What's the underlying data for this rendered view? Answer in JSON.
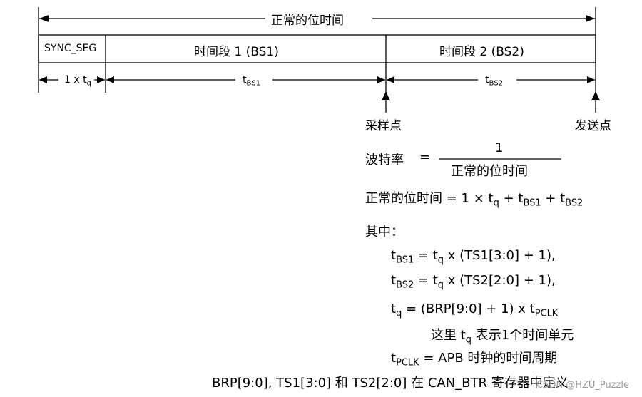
{
  "diagram": {
    "top_label": "正常的位时间",
    "segments": {
      "sync": "SYNC_SEG",
      "bs1": "时间段 1 (BS1)",
      "bs2": "时间段 2 (BS2)"
    },
    "durations": {
      "sync_prefix": "1 x t",
      "sync_sub": "q",
      "bs1_base": "t",
      "bs1_sub": "BS1",
      "bs2_base": "t",
      "bs2_sub": "BS2"
    },
    "points": {
      "sample": "采样点",
      "transmit": "发送点"
    }
  },
  "formulas": {
    "baud_label": "波特率",
    "eq": "=",
    "numerator": "1",
    "denominator": "正常的位时间",
    "nominal": {
      "lhs": "正常的位时间 =",
      "one_x": "1 × t",
      "q": "q",
      "plus1": "+ t",
      "bs1": "BS1",
      "plus2": "+ t",
      "bs2": "BS2"
    },
    "where": "其中：",
    "bs1_def": {
      "t": "t",
      "sub": "BS1",
      "mid": " = t",
      "q": "q",
      "rest": " x (TS1[3:0] + 1),"
    },
    "bs2_def": {
      "t": "t",
      "sub": "BS2",
      "mid": " = t",
      "q": "q",
      "rest": " x (TS2[2:0] + 1),"
    },
    "tq_def": {
      "t": "t",
      "q": "q",
      "mid": " = (BRP[9:0] + 1) x t",
      "pclk": "PCLK"
    },
    "tq_note": {
      "pre": "这里 t",
      "q": "q",
      "post": " 表示1个时间单元"
    },
    "pclk_def": {
      "t": "t",
      "pclk": "PCLK",
      "rest": " = APB 时钟的时间周期"
    },
    "footer": "BRP[9:0], TS1[3:0] 和 TS2[2:0] 在 CAN_BTR 寄存器中定义"
  },
  "watermark": "CSDN @HZU_Puzzle"
}
